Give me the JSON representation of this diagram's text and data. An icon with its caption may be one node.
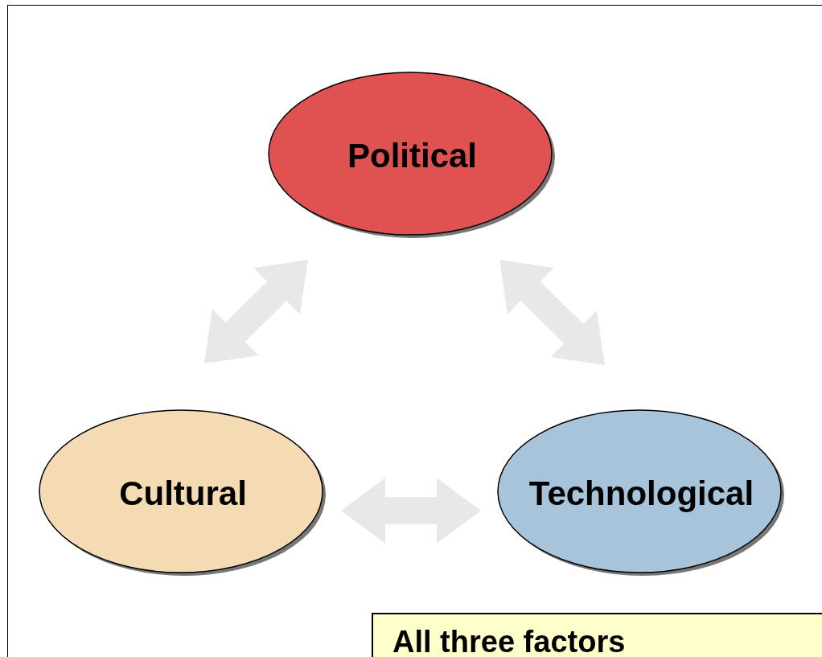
{
  "diagram": {
    "nodes": [
      {
        "text": [
          "Political"
        ]
      },
      {
        "text": [
          "Cultural"
        ]
      },
      {
        "text": [
          "Technological"
        ]
      },
      {
        "text": [
          "All three factors"
        ]
      }
    ],
    "edges": [
      {
        "from": 1,
        "to": 0,
        "arrow": "both"
      },
      {
        "from": 0,
        "to": 2,
        "arrow": "both"
      },
      {
        "from": 1,
        "to": 2,
        "arrow": "both"
      }
    ]
  }
}
